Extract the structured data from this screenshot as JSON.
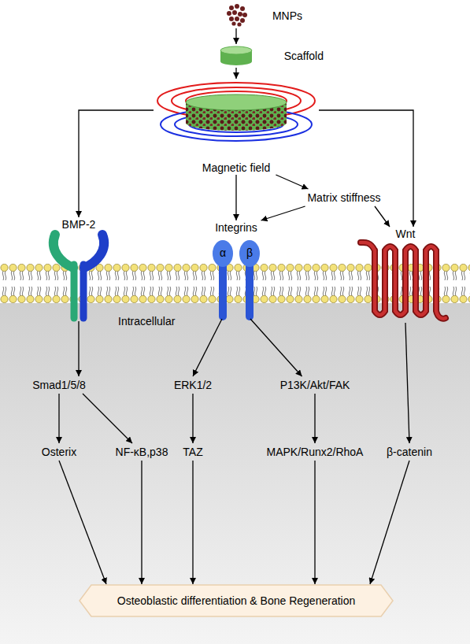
{
  "diagram": {
    "nodes": [
      {
        "text": [
          "MNPs"
        ]
      },
      {
        "text": [
          "Scaffold"
        ]
      },
      {
        "text": [
          "Magnetic field"
        ]
      },
      {
        "text": [
          "Matrix stiffness"
        ]
      },
      {
        "text": [
          "BMP-2"
        ]
      },
      {
        "text": [
          "Integrins"
        ]
      },
      {
        "text": [
          "Wnt"
        ]
      },
      {
        "text": [
          "Smad1/5/8"
        ]
      },
      {
        "text": [
          "ERK1/2"
        ]
      },
      {
        "text": [
          "P13K/Akt/FAK"
        ]
      },
      {
        "text": [
          "Osterix"
        ]
      },
      {
        "text": [
          "NF-κB,p38"
        ]
      },
      {
        "text": [
          "TAZ"
        ]
      },
      {
        "text": [
          "MAPK/Runx2/RhoA"
        ]
      },
      {
        "text": [
          "β-catenin"
        ]
      },
      {
        "text": [
          "Osteoblastic differentiation & Bone Regeneration"
        ]
      }
    ],
    "edges": [
      {
        "from": 0,
        "to": 1,
        "arrow": "to"
      },
      {
        "from": 1,
        "to": 2,
        "arrow": "to"
      },
      {
        "from": 2,
        "to": 4,
        "arrow": "to"
      },
      {
        "from": 2,
        "to": 5,
        "arrow": "to"
      },
      {
        "from": 2,
        "to": 3,
        "arrow": "to"
      },
      {
        "from": 2,
        "to": 6,
        "arrow": "to"
      },
      {
        "from": 3,
        "to": 5,
        "arrow": "to"
      },
      {
        "from": 3,
        "to": 6,
        "arrow": "to"
      },
      {
        "from": 4,
        "to": 7,
        "arrow": "to"
      },
      {
        "from": 5,
        "to": 8,
        "arrow": "to"
      },
      {
        "from": 5,
        "to": 9,
        "arrow": "to"
      },
      {
        "from": 6,
        "to": 14,
        "arrow": "to"
      },
      {
        "from": 7,
        "to": 10,
        "arrow": "to"
      },
      {
        "from": 7,
        "to": 11,
        "arrow": "to"
      },
      {
        "from": 8,
        "to": 12,
        "arrow": "to"
      },
      {
        "from": 9,
        "to": 13,
        "arrow": "to"
      },
      {
        "from": 10,
        "to": 15,
        "arrow": "to"
      },
      {
        "from": 11,
        "to": 15,
        "arrow": "to"
      },
      {
        "from": 12,
        "to": 15,
        "arrow": "to"
      },
      {
        "from": 13,
        "to": 15,
        "arrow": "to"
      },
      {
        "from": 14,
        "to": 15,
        "arrow": "to"
      }
    ],
    "labels": [
      "α",
      "β",
      "Intracellular"
    ]
  }
}
